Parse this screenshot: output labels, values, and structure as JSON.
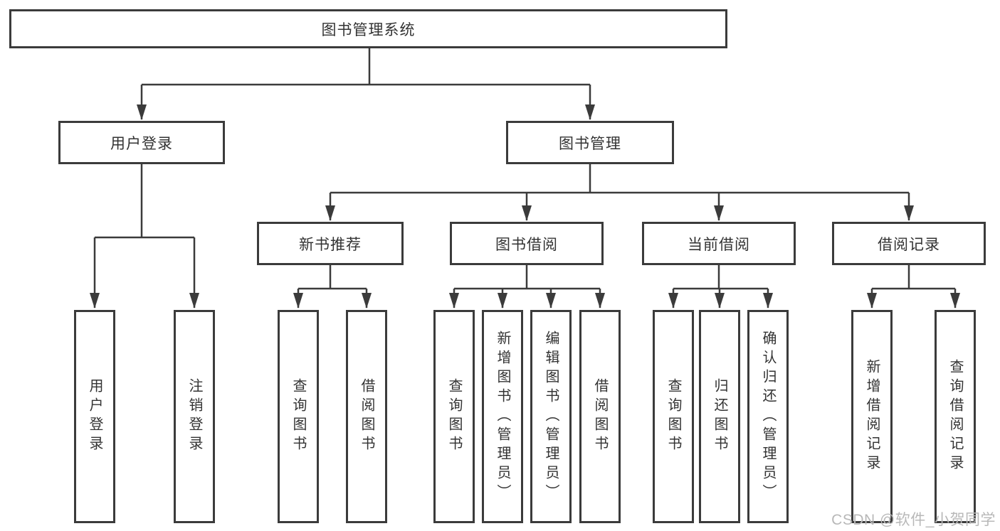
{
  "diagram": {
    "root": {
      "label": "图书管理系统"
    },
    "branches": [
      {
        "label": "用户登录",
        "children": [
          {
            "label": "用户登录"
          },
          {
            "label": "注销登录"
          }
        ]
      },
      {
        "label": "图书管理",
        "children": [
          {
            "label": "新书推荐",
            "children": [
              {
                "label": "查询图书"
              },
              {
                "label": "借阅图书"
              }
            ]
          },
          {
            "label": "图书借阅",
            "children": [
              {
                "label": "查询图书"
              },
              {
                "label": "新增图书（管理员）"
              },
              {
                "label": "编辑图书（管理员）"
              },
              {
                "label": "借阅图书"
              }
            ]
          },
          {
            "label": "当前借阅",
            "children": [
              {
                "label": "查询图书"
              },
              {
                "label": "归还图书"
              },
              {
                "label": "确认归还（管理员）"
              }
            ]
          },
          {
            "label": "借阅记录",
            "children": [
              {
                "label": "新增借阅记录"
              },
              {
                "label": "查询借阅记录"
              }
            ]
          }
        ]
      }
    ]
  },
  "watermark": {
    "text": "CSDN @软件_小贺同学"
  },
  "colors": {
    "line": "#3b3b3b",
    "box_border": "#3b3b3b",
    "text": "#333333",
    "watermark": "#b8b8b8",
    "background": "#ffffff"
  }
}
